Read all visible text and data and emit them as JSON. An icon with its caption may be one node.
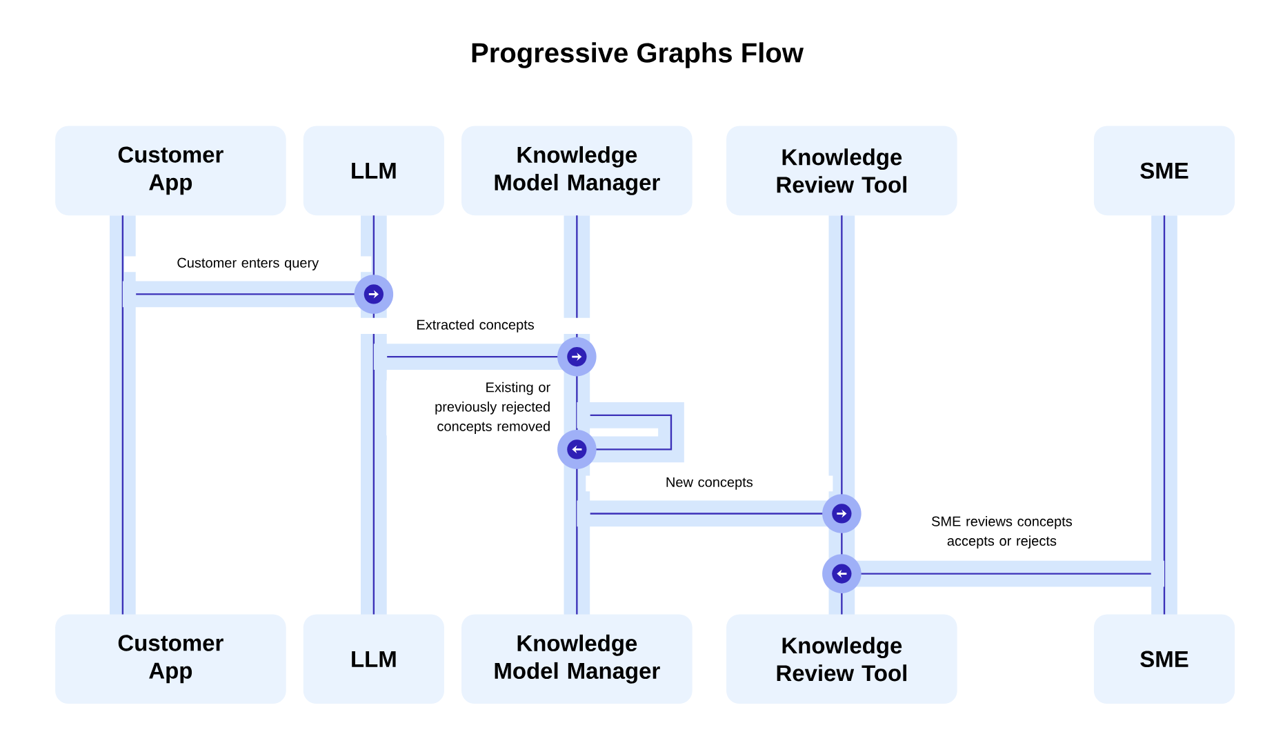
{
  "diagram": {
    "title": "Progressive Graphs Flow",
    "nodes": [
      {
        "text": [
          "Customer App"
        ]
      },
      {
        "text": [
          "LLM"
        ]
      },
      {
        "text": [
          "Knowledge Model Manager"
        ]
      },
      {
        "text": [
          "Knowledge Review Tool"
        ]
      },
      {
        "text": [
          "SME"
        ]
      },
      {
        "text": [
          "Customer App"
        ]
      },
      {
        "text": [
          "LLM"
        ]
      },
      {
        "text": [
          "Knowledge Model Manager"
        ]
      },
      {
        "text": [
          "Knowledge Review Tool"
        ]
      },
      {
        "text": [
          "SME"
        ]
      },
      {
        "text": [],
        "shape": "bar"
      },
      {
        "text": [],
        "shape": "bar"
      },
      {
        "text": [],
        "shape": "bar"
      },
      {
        "text": [],
        "shape": "bar"
      },
      {
        "text": [],
        "shape": "bar"
      }
    ],
    "edges": [
      {
        "from": 10,
        "to": 11,
        "arrow": "to",
        "label": "Customer enters query"
      },
      {
        "from": 11,
        "to": 12,
        "arrow": "to",
        "label": "Extracted concepts"
      },
      {
        "from": 12,
        "to": 12,
        "arrow": "to",
        "label": "Existing or previously rejected concepts removed"
      },
      {
        "from": 12,
        "to": 13,
        "arrow": "to",
        "label": "New concepts"
      },
      {
        "from": 14,
        "to": 13,
        "arrow": "to",
        "label": "SME reviews concepts accepts or rejects"
      }
    ]
  }
}
